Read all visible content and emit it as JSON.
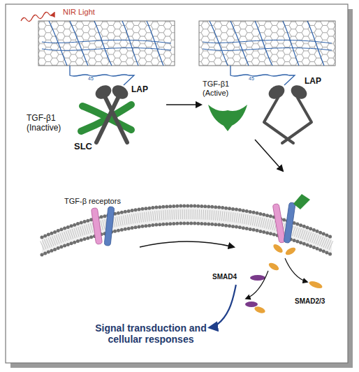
{
  "diagram": {
    "nodes": [
      {
        "text": [
          "LAP",
          "TGF-β1 (Inactive)",
          "SLC"
        ]
      },
      {
        "text": [
          "LAP"
        ]
      },
      {
        "text": [
          "TGF-β1 (Active)"
        ]
      },
      {
        "text": [
          "TGF-β receptors"
        ]
      },
      {
        "text": [
          "SMAD4"
        ]
      },
      {
        "text": [
          "SMAD2/3"
        ]
      },
      {
        "text": [
          "Signal transduction and cellular responses"
        ]
      }
    ],
    "edges": [
      {
        "from": 0,
        "to": 1,
        "arrow": "to"
      },
      {
        "from": 4,
        "to": 6,
        "arrow": "to"
      }
    ],
    "labels": [
      "NIR Light",
      "45",
      "45"
    ]
  }
}
